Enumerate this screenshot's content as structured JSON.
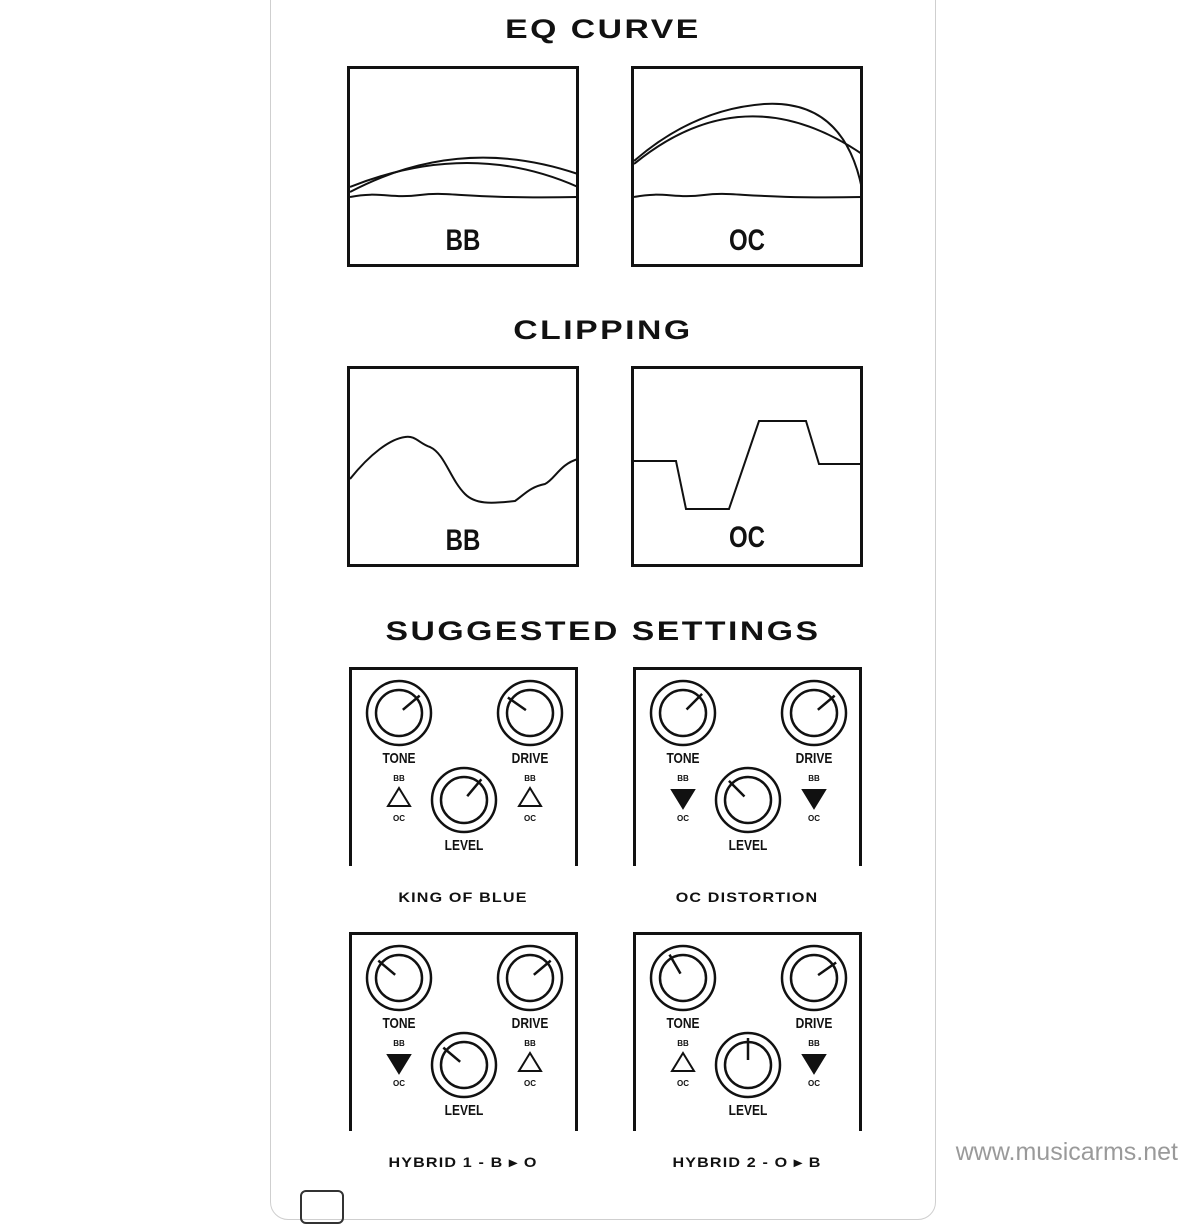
{
  "eq_curve": {
    "title": "EQ CURVE",
    "graphs": [
      {
        "label": "BB"
      },
      {
        "label": "OC"
      }
    ]
  },
  "clipping": {
    "title": "CLIPPING",
    "graphs": [
      {
        "label": "BB"
      },
      {
        "label": "OC"
      }
    ]
  },
  "suggested_settings": {
    "title": "SUGGESTED SETTINGS",
    "knob_labels": {
      "tone": "TONE",
      "drive": "DRIVE",
      "level": "LEVEL"
    },
    "switch_labels": {
      "top": "BB",
      "bottom": "OC"
    },
    "presets": [
      {
        "name": "KING OF BLUE",
        "tone_deg": 50,
        "drive_deg": -55,
        "level_deg": 40,
        "tone_switch": "BB",
        "drive_switch": "BB"
      },
      {
        "name": "OC DISTORTION",
        "tone_deg": 45,
        "drive_deg": 50,
        "level_deg": -45,
        "tone_switch": "OC",
        "drive_switch": "OC"
      },
      {
        "name": "HYBRID 1 - B ▸ O",
        "tone_deg": -50,
        "drive_deg": 50,
        "level_deg": -50,
        "tone_switch": "OC",
        "drive_switch": "BB"
      },
      {
        "name": "HYBRID 2 - O ▸ B",
        "tone_deg": -30,
        "drive_deg": 55,
        "level_deg": 0,
        "tone_switch": "BB",
        "drive_switch": "OC"
      }
    ]
  },
  "watermark": "www.musicarms.net"
}
